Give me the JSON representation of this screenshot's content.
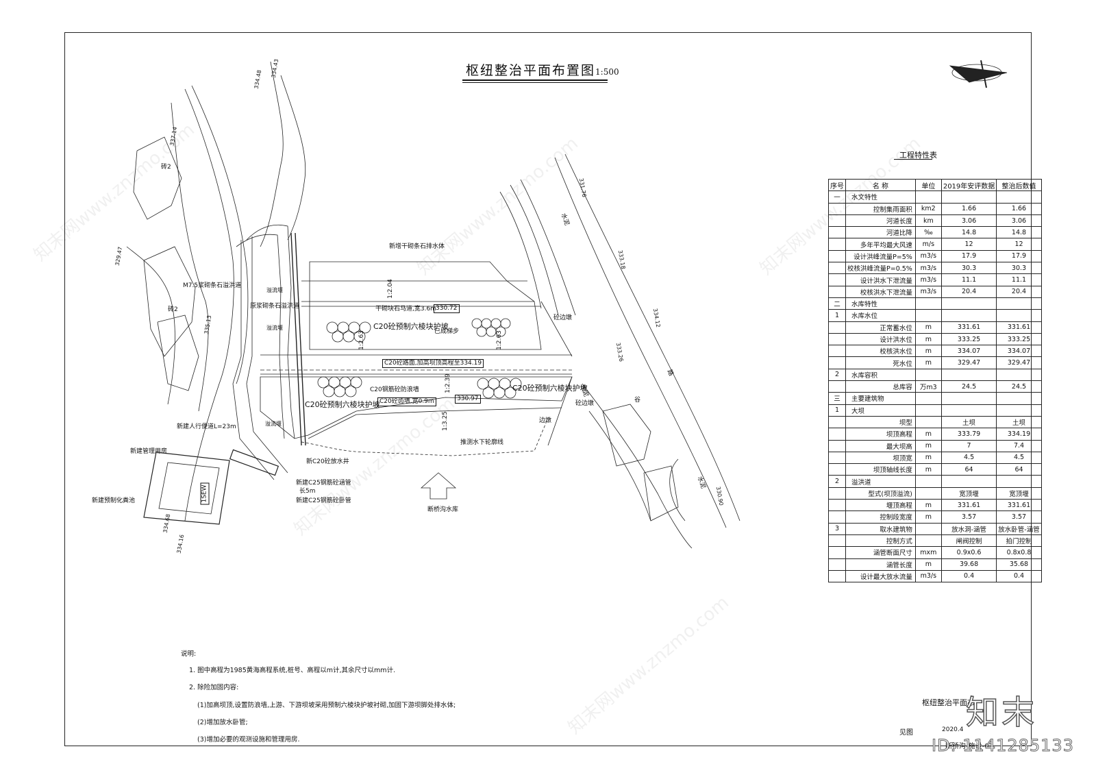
{
  "title": {
    "main": "枢纽整治平面布置图",
    "scale": "1:500"
  },
  "plan_labels": {
    "drain_body": "新增干砌条石排水体",
    "gravel_road": "干砌块石马道,宽3.6m",
    "gravel_road_elev": "330.72",
    "hex_slope_upper": "C20砼预制六棱块护坡",
    "existing_steps": "已成梯步",
    "crest_road": "C20砼路面,加高坝顶高程至334.19",
    "wave_wall": "C20钢筋砼防浪墙",
    "hex_slope_lower_left": "C20砼预制六棱块护坡",
    "hex_slope_lower_right": "C20砼预制六棱块护坡",
    "toe_ditch": "C20砼齿墙,宽0.9m",
    "toe_ditch_elev": "330.97",
    "slope_ratio_a": "1:2.04",
    "slope_ratio_b": "1:2.63",
    "slope_ratio_c": "1:2.63",
    "slope_ratio_d": "1:2.39",
    "slope_ratio_e": "1:3.25",
    "spillway_m75": "M7.5浆砌条石溢洪道",
    "spillway_rebuild": "原浆砌条石溢洪道",
    "overflow_1": "溢流堰",
    "overflow_2": "溢流堰",
    "overflow_3": "溢流堰",
    "outlet_pool": "新C20砼放水井",
    "new_pipe_1": "新建C25钢筋砼涵管",
    "pipe_length": "长5m",
    "new_pipe_2": "新建C25钢筋砼卧管",
    "walkway": "新建人行便道L=23m",
    "mgmt_house": "新建管理用房",
    "septic_tank": "新建预制化粪池",
    "seepage_line": "推测水下轮廓线",
    "upstream_arrow": "断桥沟水库",
    "guard_wall_1": "砼边墩",
    "guard_wall_2": "砼边墩",
    "guard_wall_3": "边墩",
    "cement_1": "水泥",
    "cement_2": "水泥",
    "cement_3": "水泥",
    "road_label": "路",
    "grain": "谷",
    "bldg_1": "砖2",
    "bldg_2": "砖2",
    "mgmt_code": "1SEW",
    "elev_a": "334.43",
    "elev_b": "334.48",
    "elev_c": "337.14",
    "elev_d": "335.13",
    "elev_e": "329.47",
    "elev_f": "331.76",
    "elev_g": "333.18",
    "elev_h": "334.12",
    "elev_i": "333.26",
    "elev_j": "330.90",
    "elev_k": "334.68",
    "elev_l": "334.16"
  },
  "spec_table": {
    "title": "工程特性表",
    "headers": [
      "序号",
      "名    称",
      "单位",
      "2019年安评数据",
      "整治后数值"
    ],
    "rows": [
      [
        "一",
        "水文特性",
        "",
        "",
        ""
      ],
      [
        "",
        "控制集雨面积",
        "km2",
        "1.66",
        "1.66"
      ],
      [
        "",
        "河道长度",
        "km",
        "3.06",
        "3.06"
      ],
      [
        "",
        "河道比降",
        "‰",
        "14.8",
        "14.8"
      ],
      [
        "",
        "多年平均最大风速",
        "m/s",
        "12",
        "12"
      ],
      [
        "",
        "设计洪峰流量P=5%",
        "m3/s",
        "17.9",
        "17.9"
      ],
      [
        "",
        "校核洪峰流量P=0.5%",
        "m3/s",
        "30.3",
        "30.3"
      ],
      [
        "",
        "设计洪水下泄流量",
        "m3/s",
        "11.1",
        "11.1"
      ],
      [
        "",
        "校核洪水下泄流量",
        "m3/s",
        "20.4",
        "20.4"
      ],
      [
        "二",
        "水库特性",
        "",
        "",
        ""
      ],
      [
        "1",
        "水库水位",
        "",
        "",
        ""
      ],
      [
        "",
        "正常蓄水位",
        "m",
        "331.61",
        "331.61"
      ],
      [
        "",
        "设计洪水位",
        "m",
        "333.25",
        "333.25"
      ],
      [
        "",
        "校核洪水位",
        "m",
        "334.07",
        "334.07"
      ],
      [
        "",
        "死水位",
        "m",
        "329.47",
        "329.47"
      ],
      [
        "2",
        "水库容积",
        "",
        "",
        ""
      ],
      [
        "",
        "总库容",
        "万m3",
        "24.5",
        "24.5"
      ],
      [
        "三",
        "主要建筑物",
        "",
        "",
        ""
      ],
      [
        "1",
        "大坝",
        "",
        "",
        ""
      ],
      [
        "",
        "坝型",
        "",
        "土坝",
        "土坝"
      ],
      [
        "",
        "坝顶高程",
        "m",
        "333.79",
        "334.19"
      ],
      [
        "",
        "最大坝高",
        "m",
        "7",
        "7.4"
      ],
      [
        "",
        "坝顶宽",
        "m",
        "4.5",
        "4.5"
      ],
      [
        "",
        "坝顶轴线长度",
        "m",
        "64",
        "64"
      ],
      [
        "2",
        "溢洪道",
        "",
        "",
        ""
      ],
      [
        "",
        "型式(坝顶溢流)",
        "",
        "宽顶堰",
        "宽顶堰"
      ],
      [
        "",
        "堰顶高程",
        "m",
        "331.61",
        "331.61"
      ],
      [
        "",
        "控制段宽度",
        "m",
        "3.57",
        "3.57"
      ],
      [
        "3",
        "取水建筑物",
        "",
        "放水洞-涵管",
        "放水卧管-涵管"
      ],
      [
        "",
        "控制方式",
        "",
        "闸阀控制",
        "拍门控制"
      ],
      [
        "",
        "涵管断面尺寸",
        "mxm",
        "0.9x0.6",
        "0.8x0.8"
      ],
      [
        "",
        "涵管长度",
        "m",
        "39.68",
        "35.68"
      ],
      [
        "",
        "设计最大放水流量",
        "m3/s",
        "0.4",
        "0.4"
      ]
    ]
  },
  "notes": {
    "heading": "说明:",
    "line1": "1. 图中高程为1985黄海高程系统,桩号、高程以m计,其余尺寸以mm计.",
    "line2": "2. 除险加固内容:",
    "line3": "(1)加高坝顶,设置防浪墙,上游、下游坝坡采用预制六棱块护坡衬砌,加固下游坝脚处排水体;",
    "line4": "(2)增加放水卧管;",
    "line5": "(3)增加必要的观测设施和管理用房."
  },
  "title_block": {
    "name": "枢纽整治平面布",
    "see": "见图",
    "number": "2020.4",
    "code": "断桥沟-施设-01"
  },
  "watermark": {
    "logo": "知末",
    "id": "ID: 1141285133",
    "site": "知末网www.znzmo.com"
  }
}
